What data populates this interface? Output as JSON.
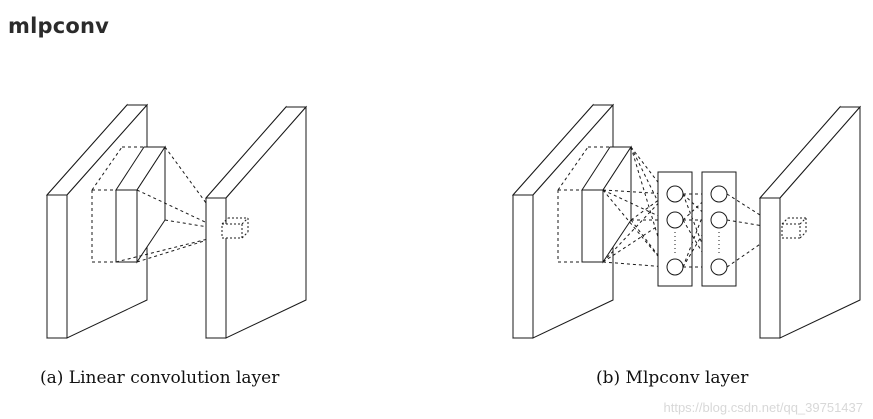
{
  "heading": "mlpconv",
  "captions": {
    "linear": "(a) Linear convolution layer",
    "mlpconv": "(b) Mlpconv layer"
  },
  "watermark": "https://blog.csdn.net/qq_39751437",
  "colors": {
    "line": "#1a1a1a",
    "watermark": "#d8d8d8"
  }
}
